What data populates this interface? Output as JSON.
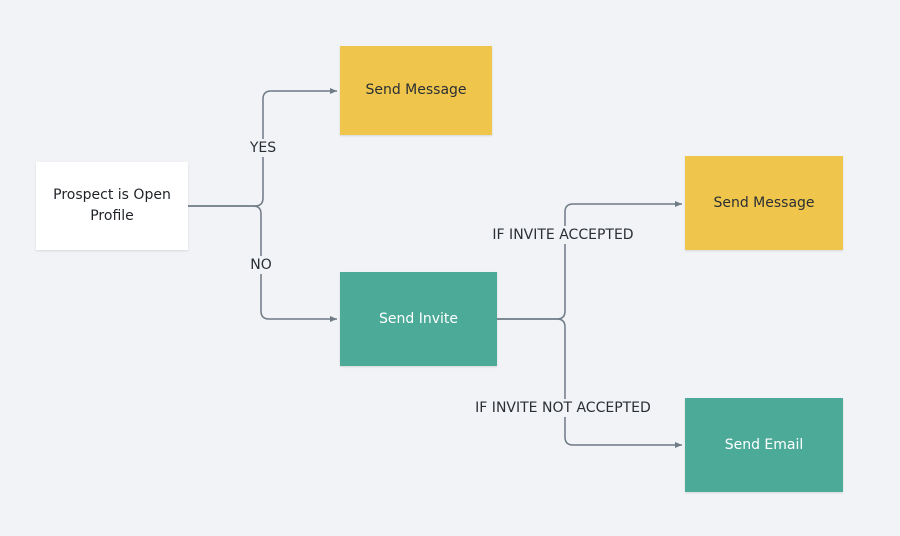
{
  "nodes": {
    "start": "Prospect is Open Profile",
    "send_message_yes": "Send Message",
    "send_invite": "Send Invite",
    "send_message_accepted": "Send Message",
    "send_email": "Send Email"
  },
  "edges": {
    "yes": "YES",
    "no": "NO",
    "invite_accepted": "IF INVITE ACCEPTED",
    "invite_not_accepted": "IF INVITE NOT ACCEPTED"
  },
  "colors": {
    "background": "#f1f3f6",
    "start_node": "#ffffff",
    "message_node": "#efc64b",
    "action_node": "#4caa99",
    "connector": "#6f7b85"
  }
}
